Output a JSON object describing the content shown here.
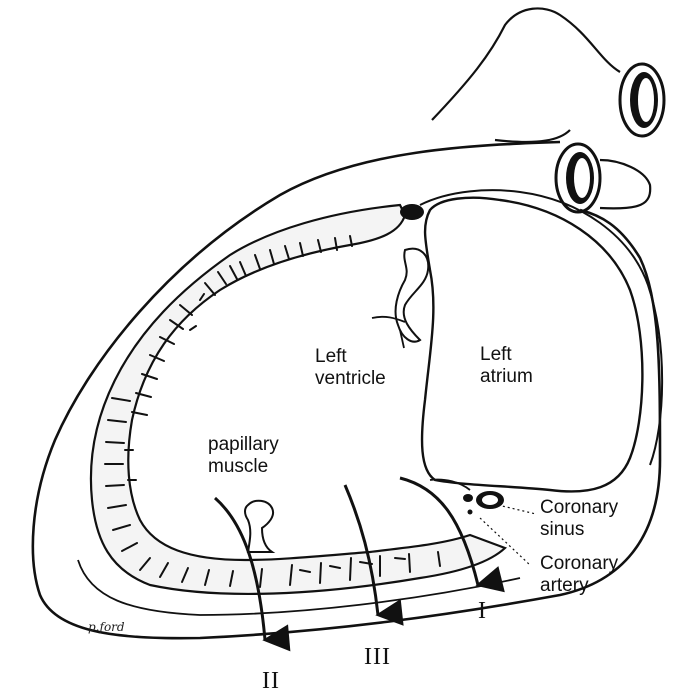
{
  "labels": {
    "left_ventricle": "Left\nventricle",
    "left_atrium": "Left\natrium",
    "papillary_muscle": "papillary\nmuscle",
    "coronary_sinus": "Coronary\nsinus",
    "coronary_artery": "Coronary\nartery"
  },
  "arrows": {
    "one": "I",
    "two": "II",
    "three": "III"
  },
  "signature": "p.ford"
}
